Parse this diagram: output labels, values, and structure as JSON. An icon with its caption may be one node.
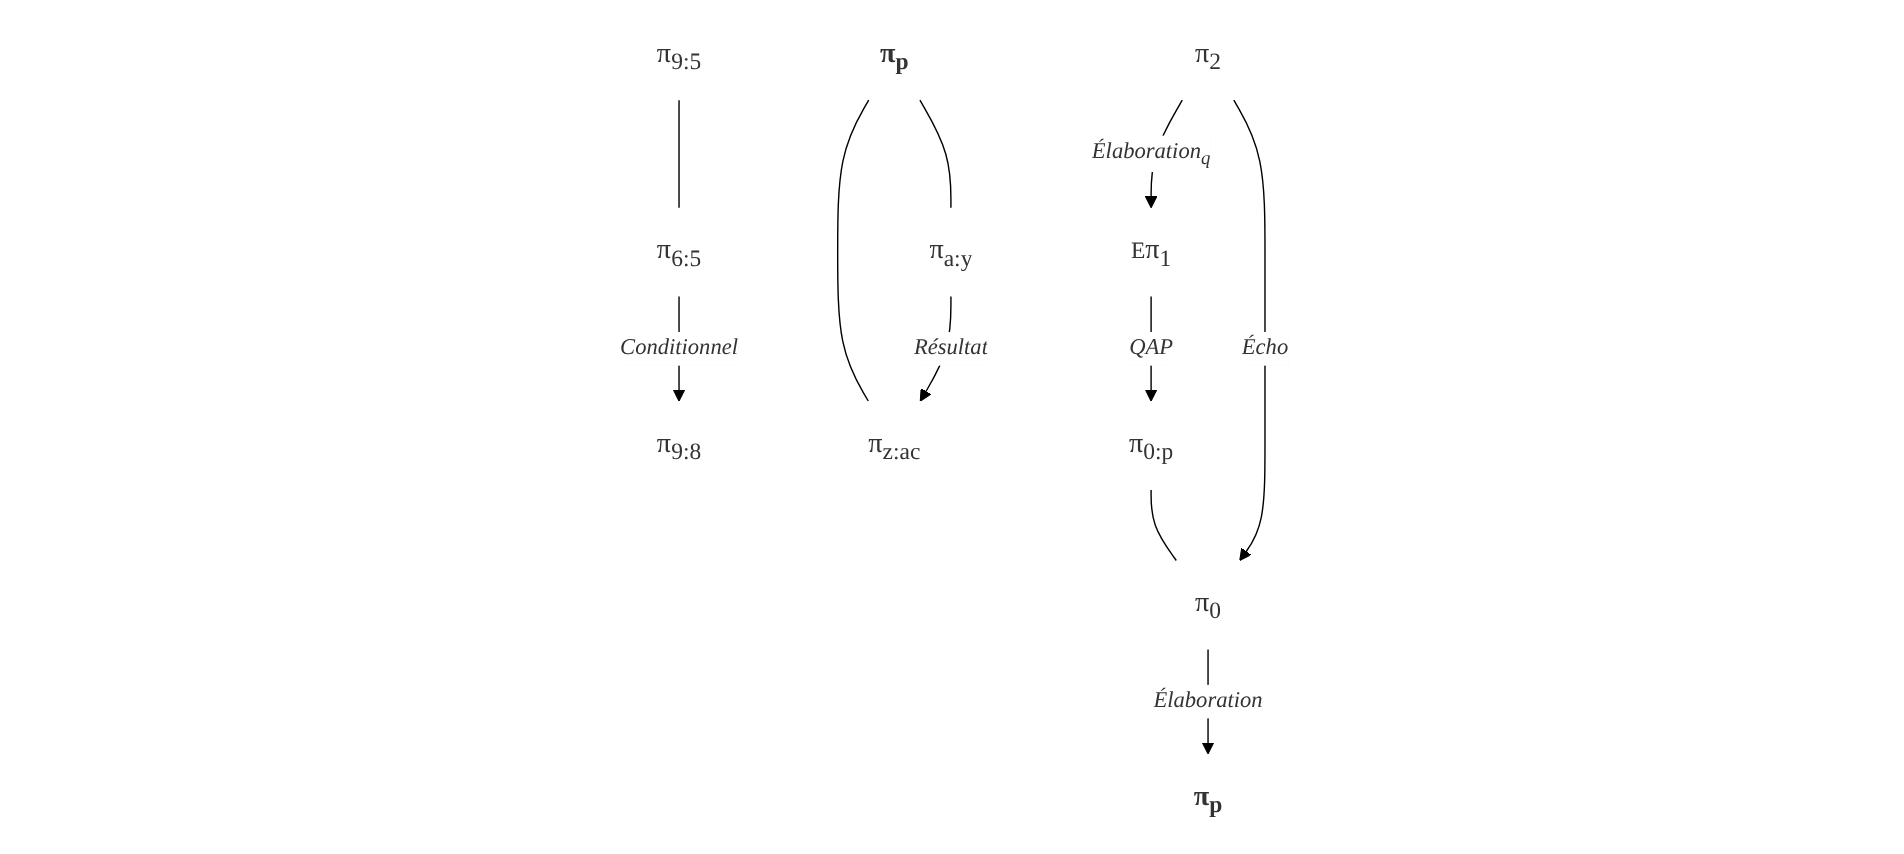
{
  "diagram": {
    "nodes": [
      {
        "text": [
          "π$_{9:5}$"
        ]
      },
      {
        "text": [
          "π$_{6:5}$"
        ]
      },
      {
        "text": [
          "π$_{9:8}$"
        ]
      },
      {
        "text": [
          "π$_{p}$"
        ]
      },
      {
        "text": [
          "π$_{a:y}$"
        ]
      },
      {
        "text": [
          "π$_{z:ac}$"
        ]
      },
      {
        "text": [
          "π$_{2}$"
        ]
      },
      {
        "text": [
          "π$_{1}$"
        ],
        "beside": [
          "E"
        ]
      },
      {
        "text": [
          "π$_{0:p}$"
        ]
      },
      {
        "text": [
          "π$_{0}$"
        ]
      },
      {
        "text": [
          "π$_{p}$"
        ]
      }
    ],
    "edges": [
      {
        "from": 0,
        "to": 1,
        "arrow": "none"
      },
      {
        "from": 1,
        "to": 2,
        "arrow": "to",
        "label": "Conditionnel"
      },
      {
        "from": 3,
        "to": 4,
        "arrow": "none"
      },
      {
        "from": 3,
        "to": 5,
        "arrow": "none"
      },
      {
        "from": 4,
        "to": 5,
        "arrow": "to",
        "label": "Résultat"
      },
      {
        "from": 6,
        "to": 7,
        "arrow": "to",
        "label": "Élaboration$_{q}$"
      },
      {
        "from": 7,
        "to": 8,
        "arrow": "to",
        "label": "QAP"
      },
      {
        "from": 8,
        "to": 9,
        "arrow": "none"
      },
      {
        "from": 6,
        "to": 9,
        "arrow": "to",
        "label": "Écho"
      },
      {
        "from": 9,
        "to": 10,
        "arrow": "to",
        "label": "Élaboration"
      }
    ]
  }
}
